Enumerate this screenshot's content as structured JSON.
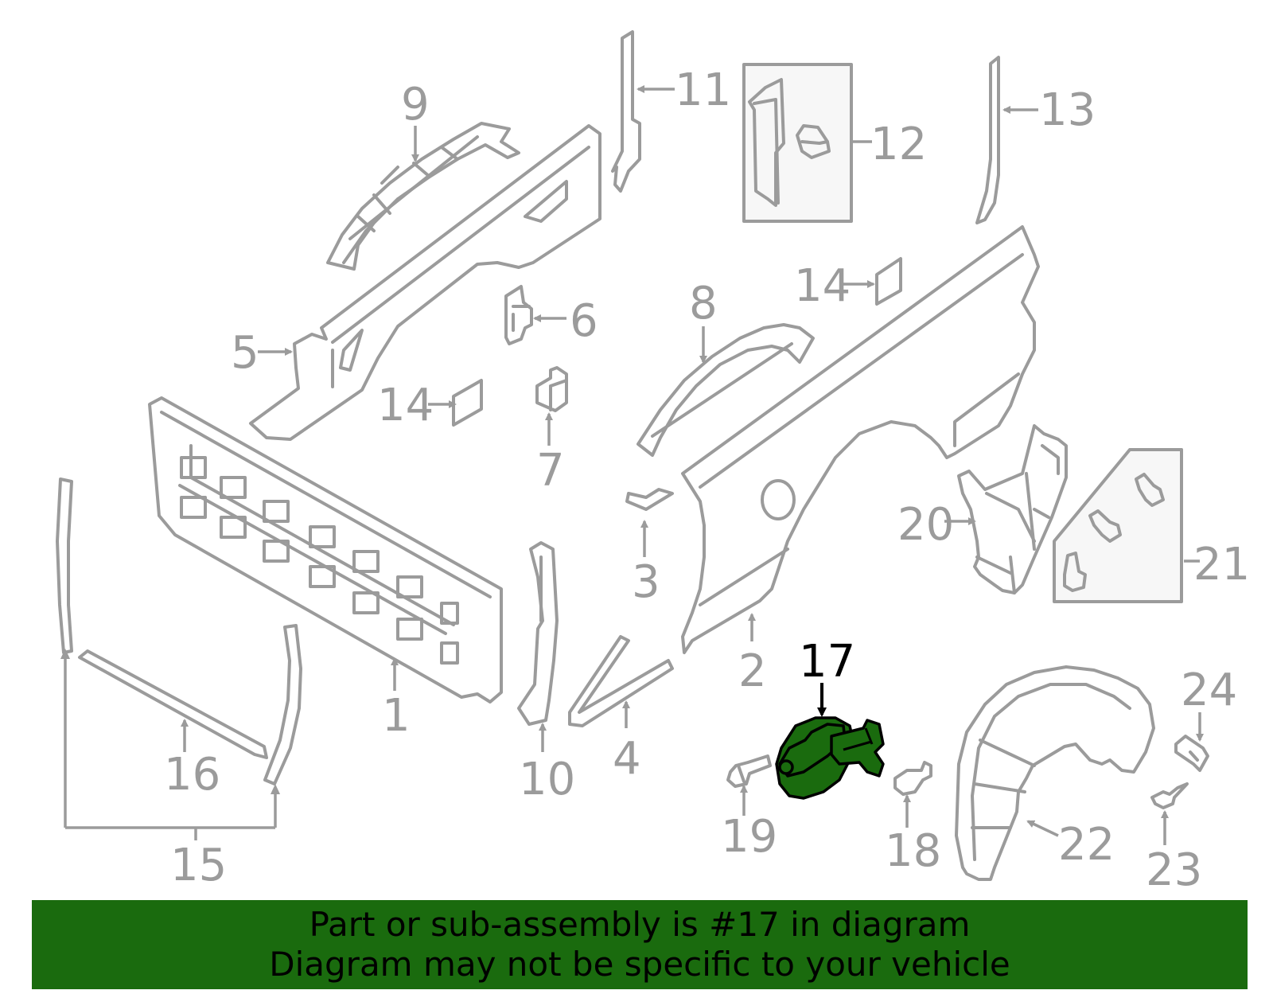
{
  "labels": {
    "l1": "1",
    "l2": "2",
    "l3": "3",
    "l4": "4",
    "l5": "5",
    "l6": "6",
    "l7": "7",
    "l8": "8",
    "l9": "9",
    "l10": "10",
    "l11": "11",
    "l12": "12",
    "l13": "13",
    "l14a": "14",
    "l14b": "14",
    "l15": "15",
    "l16": "16",
    "l17": "17",
    "l18": "18",
    "l19": "19",
    "l20": "20",
    "l21": "21",
    "l22": "22",
    "l23": "23",
    "l24": "24"
  },
  "highlight_part": "17",
  "banner": {
    "line1": "Part or sub-assembly is #17 in diagram",
    "line2": "Diagram may not be specific to your vehicle"
  },
  "colors": {
    "part_stroke": "#9b9b9b",
    "highlight": "#1a6b0e",
    "banner": "#1a6b0e"
  }
}
